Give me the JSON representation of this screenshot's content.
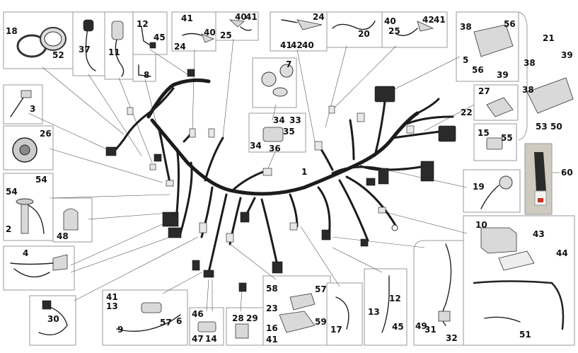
{
  "callouts": {
    "c1": "1",
    "c2": "2",
    "c3": "3",
    "c4": "4",
    "c5": "5",
    "c6": "6",
    "c7": "7",
    "c8": "8",
    "c9": "9",
    "c10": "10",
    "c11": "11",
    "c12a": "12",
    "c12b": "12",
    "c13a": "13",
    "c13b": "13",
    "c14": "14",
    "c15": "15",
    "c16": "16",
    "c17": "17",
    "c18": "18",
    "c19": "19",
    "c20": "20",
    "c21": "21",
    "c22": "22",
    "c23": "23",
    "c24a": "24",
    "c24b": "24",
    "c25a": "25",
    "c25b": "25",
    "c26": "26",
    "c27": "27",
    "c28": "28",
    "c29": "29",
    "c30": "30",
    "c31": "31",
    "c32": "32",
    "c33": "33",
    "c34a": "34",
    "c34b": "34",
    "c35": "35",
    "c36": "36",
    "c37": "37",
    "c38a": "38",
    "c38b": "38",
    "c38c": "38",
    "c39a": "39",
    "c39b": "39",
    "c40a": "40",
    "c40b": "40",
    "c40c": "40",
    "c40d": "40",
    "c41a": "41",
    "c41b": "41",
    "c41c": "41",
    "c41d": "41",
    "c41e": "41",
    "c41f": "41",
    "c42a": "42",
    "c42b": "42",
    "c43": "43",
    "c44": "44",
    "c45a": "45",
    "c45b": "45",
    "c46": "46",
    "c47": "47",
    "c48": "48",
    "c49": "49",
    "c50": "50",
    "c51": "51",
    "c52": "52",
    "c53": "53",
    "c54a": "54",
    "c54b": "54",
    "c55": "55",
    "c56a": "56",
    "c56b": "56",
    "c57a": "57",
    "c57b": "57",
    "c58": "58",
    "c59": "59",
    "c60": "60"
  }
}
